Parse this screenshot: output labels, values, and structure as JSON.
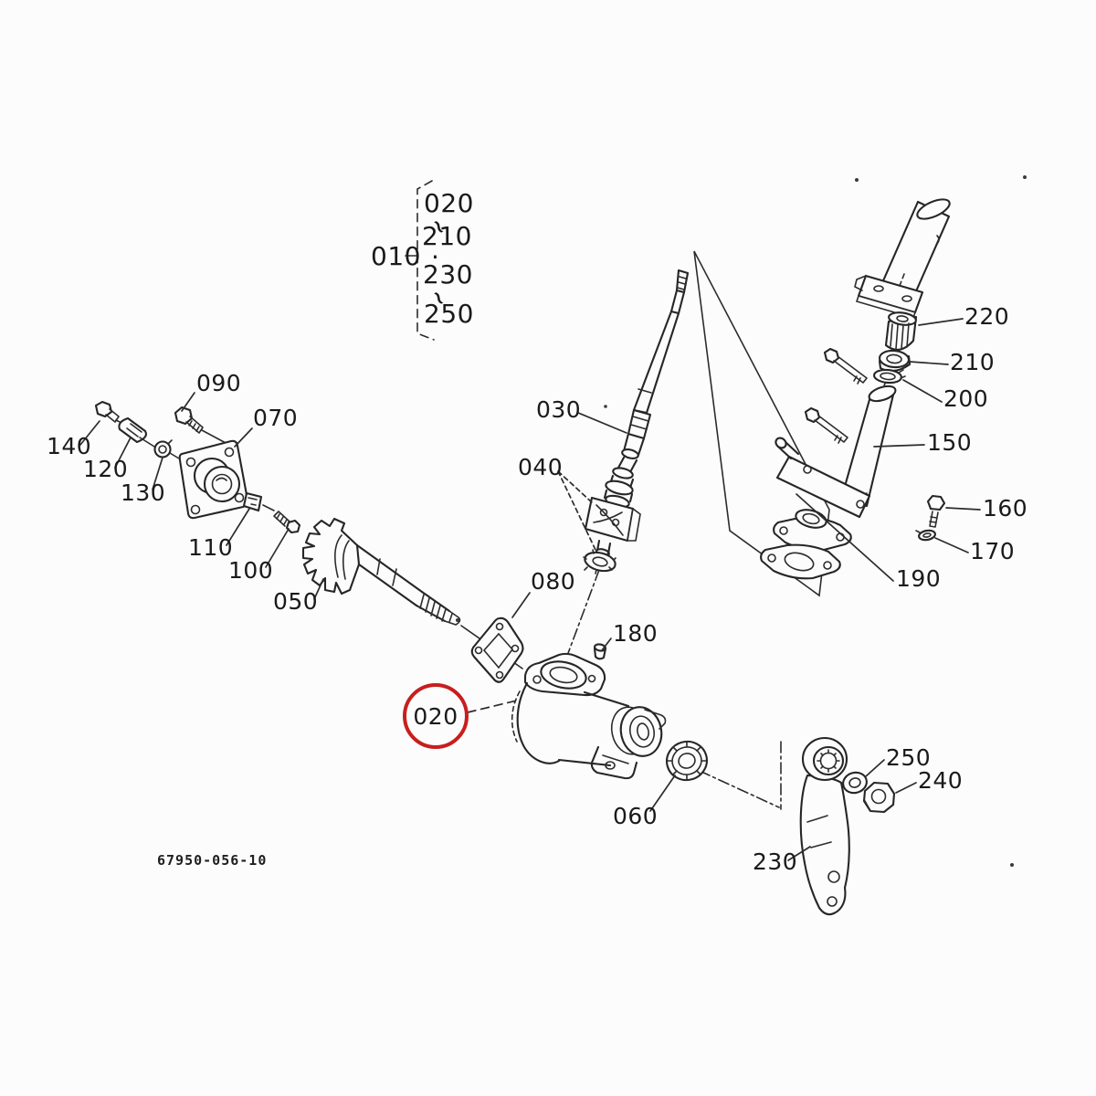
{
  "drawing": {
    "number": "67950-056-10",
    "highlighted_part": "020",
    "highlight_color": "#c81e1e"
  },
  "legend": {
    "assembly": "010",
    "items": [
      "020",
      "~",
      "210",
      "·",
      "230",
      "~",
      "250"
    ]
  },
  "callouts": {
    "part_020": "020",
    "part_030": "030",
    "part_040": "040",
    "part_050": "050",
    "part_060": "060",
    "part_070": "070",
    "part_080": "080",
    "part_090": "090",
    "part_100": "100",
    "part_110": "110",
    "part_120": "120",
    "part_130": "130",
    "part_140": "140",
    "part_150": "150",
    "part_160": "160",
    "part_170": "170",
    "part_180": "180",
    "part_190": "190",
    "part_200": "200",
    "part_210": "210",
    "part_220": "220",
    "part_230": "230",
    "part_240": "240",
    "part_250": "250"
  }
}
